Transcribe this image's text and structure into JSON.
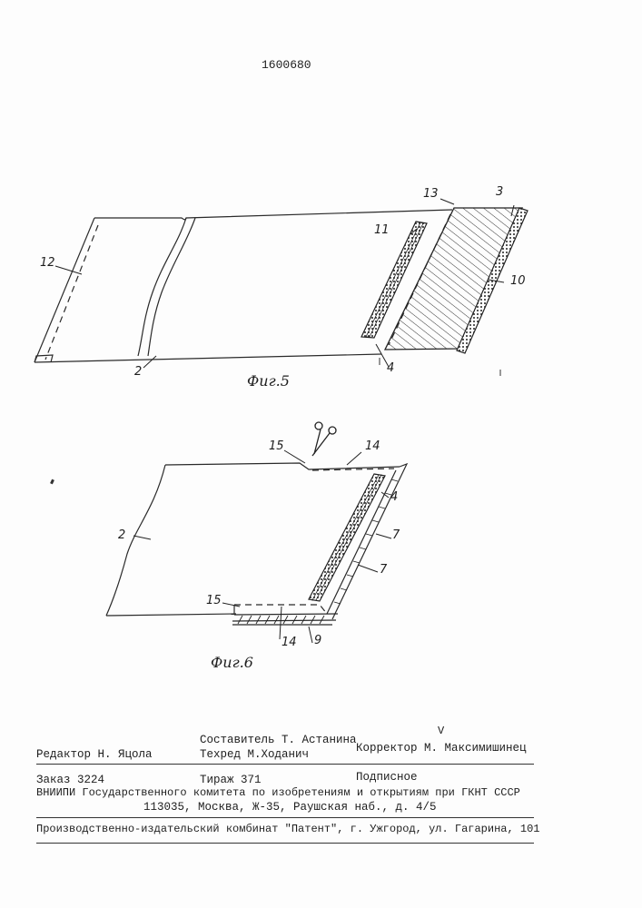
{
  "header": {
    "patent_number": "1600680"
  },
  "figures": {
    "fig5": {
      "caption": "Фиг.5",
      "labels": {
        "l13": "13",
        "l3": "3",
        "l11": "11",
        "l12": "12",
        "l10": "10",
        "l2": "2",
        "l4": "4"
      }
    },
    "fig6": {
      "caption": "Фиг.6",
      "labels": {
        "l15a": "15",
        "l14a": "14",
        "l4": "4",
        "l7a": "7",
        "l7b": "7",
        "l2": "2",
        "l15b": "15",
        "l14b": "14",
        "l9": "9"
      }
    }
  },
  "colophon": {
    "compiler": "Составитель Т. Астанина",
    "editor": "Редактор Н. Яцола",
    "techred": "Техред М.Ходанич",
    "corrector": "Корректор М. Максимишинец",
    "order": "Заказ 3224",
    "circulation": "Тираж 371",
    "subscription": "Подписное",
    "org_line1": "ВНИИПИ Государственного комитета по изобретениям и открытиям при ГКНТ СССР",
    "org_line2": "113035, Москва, Ж-35, Раушская наб., д. 4/5",
    "printer": "Производственно-издательский комбинат \"Патент\", г. Ужгород, ул. Гагарина, 101",
    "mark": "V"
  }
}
